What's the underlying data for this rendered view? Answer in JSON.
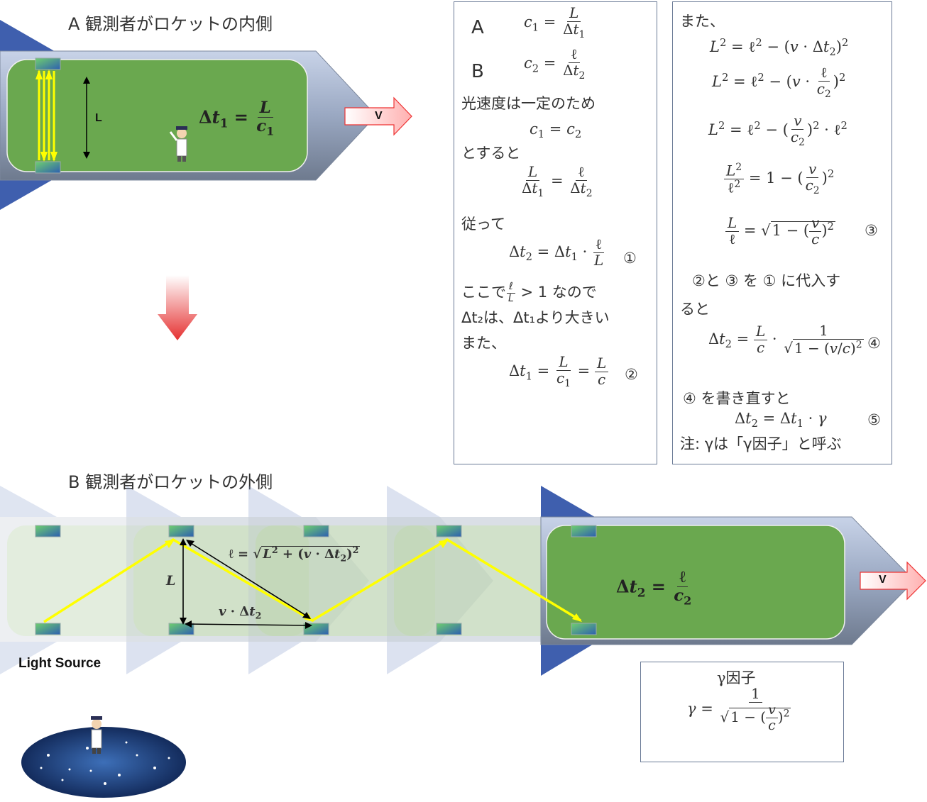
{
  "section_a": {
    "title": "A 観測者がロケットの内側",
    "formula": "Δt₁ = L / c₁",
    "length_label": "L",
    "velocity_label": "V"
  },
  "section_b": {
    "title": "B 観測者がロケットの外側",
    "formula": "Δt₂ = ℓ / c₂",
    "velocity_label": "V",
    "ell_label": "ℓ = √(L² + (v · Δt₂)²)",
    "L_label": "L",
    "vdt_label": "v · Δt₂",
    "light_source": "Light Source"
  },
  "panel1": {
    "label_a": "A",
    "eq_a": "c₁ = L / Δt₁",
    "label_b": "B",
    "eq_b": "c₂ = ℓ / Δt₂",
    "text1": "光速度は一定のため",
    "eq_c": "c₁ = c₂",
    "text2": "とすると",
    "eq_d": "L/Δt₁ = ℓ/Δt₂",
    "text3": "従って",
    "eq_e": "Δt₂ = Δt₁ · ℓ/L",
    "mark1": "①",
    "text4": "ここで ℓ/L > 1 なので",
    "text5": "Δt₂は、Δt₁より大きい",
    "text6": "また、",
    "eq_f": "Δt₁ = L/c₁ = L/c",
    "mark2": "②"
  },
  "panel2": {
    "text1": "また、",
    "eq1": "L² = ℓ² − (v · Δt₂)²",
    "eq2": "L² = ℓ² − (v · ℓ/c₂)²",
    "eq3": "L² = ℓ² − (v/c₂)² · ℓ²",
    "eq4": "L²/ℓ² = 1 − (v/c₂)²",
    "eq5": "L/ℓ = √(1 − (v/c)²)",
    "mark3": "③",
    "text2": "②と ③ を ① に代入す",
    "text3": "ると",
    "eq6": "Δt₂ = L/c · 1/√(1 − (v/c)²)",
    "mark4": "④",
    "text4": "④ を書き直すと",
    "eq7": "Δt₂ = Δt₁ · γ",
    "mark5": "⑤",
    "text5": "注: γは「γ因子」と呼ぶ"
  },
  "gamma_box": {
    "title": "γ因子",
    "eq": "γ = 1 / √(1 − (v/c)²)"
  },
  "colors": {
    "rocket_body": "#a9b6cf",
    "rocket_fin": "#3f5fae",
    "rocket_green": "#6aa84f",
    "light_path": "#ffff00",
    "arrow_red": "#e33"
  }
}
